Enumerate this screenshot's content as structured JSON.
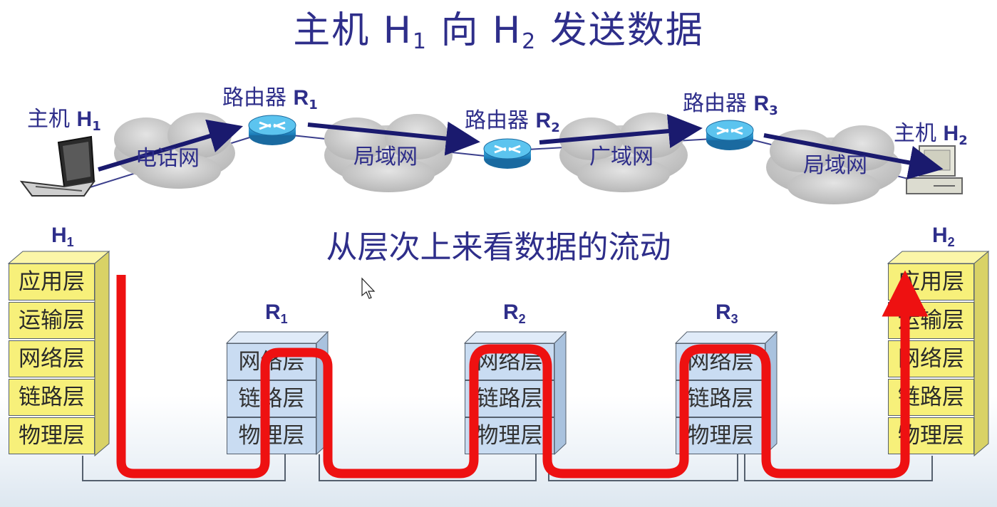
{
  "title": {
    "text_pre": "主机 H",
    "sub1": "1",
    "text_mid": " 向 H",
    "sub2": "2",
    "text_post": " 发送数据"
  },
  "subtitle": "从层次上来看数据的流动",
  "topology": {
    "host1": {
      "label": "主机 ",
      "name": "H",
      "sub": "1"
    },
    "host2": {
      "label": "主机 ",
      "name": "H",
      "sub": "2"
    },
    "routers": [
      {
        "label": "路由器 ",
        "name": "R",
        "sub": "1"
      },
      {
        "label": "路由器 ",
        "name": "R",
        "sub": "2"
      },
      {
        "label": "路由器 ",
        "name": "R",
        "sub": "3"
      }
    ],
    "networks": [
      "电话网",
      "局域网",
      "广域网",
      "局域网"
    ]
  },
  "stacks": {
    "h1": {
      "name": "H",
      "sub": "1",
      "layers": [
        "应用层",
        "运输层",
        "网络层",
        "链路层",
        "物理层"
      ]
    },
    "r1": {
      "name": "R",
      "sub": "1",
      "layers": [
        "网络层",
        "链路层",
        "物理层"
      ]
    },
    "r2": {
      "name": "R",
      "sub": "2",
      "layers": [
        "网络层",
        "链路层",
        "物理层"
      ]
    },
    "r3": {
      "name": "R",
      "sub": "3",
      "layers": [
        "网络层",
        "链路层",
        "物理层"
      ]
    },
    "h2": {
      "name": "H",
      "sub": "2",
      "layers": [
        "应用层",
        "运输层",
        "网络层",
        "链路层",
        "物理层"
      ]
    }
  },
  "colors": {
    "text": "#2e2e8a",
    "flow": "#ee1111",
    "host_layer": "#f7f07a",
    "router_layer": "#c9dcf2",
    "arrow": "#1a1a6e"
  }
}
